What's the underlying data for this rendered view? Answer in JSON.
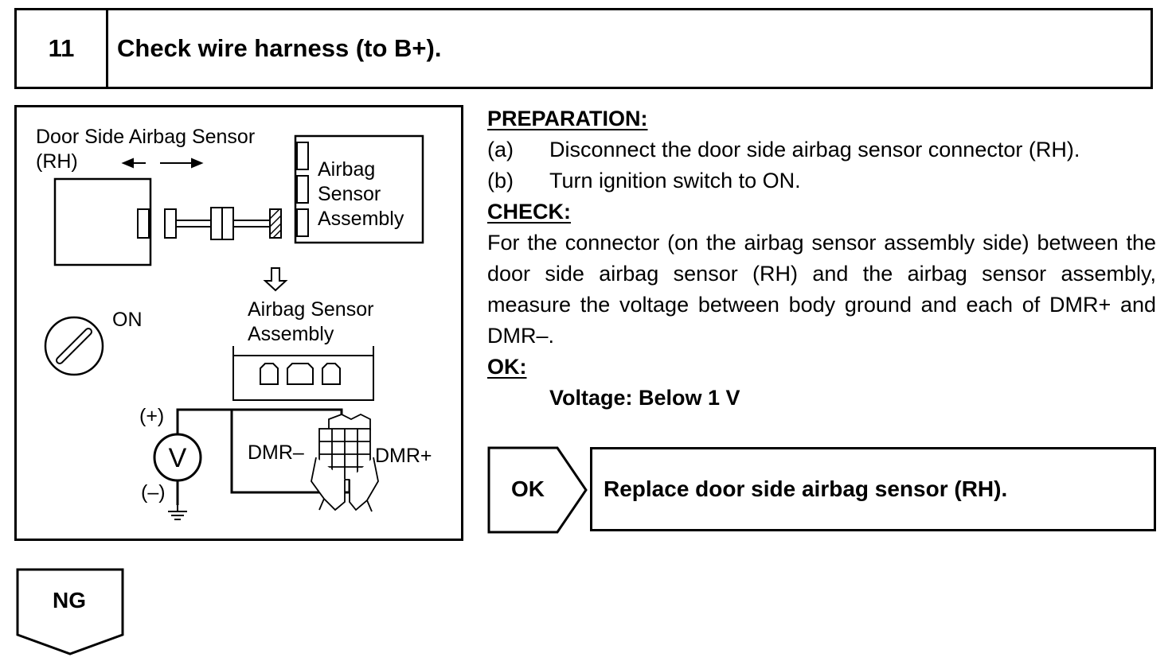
{
  "step": {
    "number": "11",
    "title": "Check wire harness (to B+)."
  },
  "diagram": {
    "door_sensor_label_1": "Door Side Airbag Sensor",
    "door_sensor_label_2": "(RH)",
    "assembly_top_label_1": "Airbag",
    "assembly_top_label_2": "Sensor",
    "assembly_top_label_3": "Assembly",
    "ignition_label": "ON",
    "assembly_label_1": "Airbag Sensor",
    "assembly_label_2": "Assembly",
    "meter_symbol": "V",
    "plus_label": "(+)",
    "minus_label": "(–)",
    "dmr_minus": "DMR–",
    "dmr_plus": "DMR+"
  },
  "preparation": {
    "heading": "PREPARATION:",
    "items": [
      {
        "label": "(a)",
        "text": "Disconnect the door side airbag sensor connector (RH)."
      },
      {
        "label": "(b)",
        "text": "Turn ignition switch to ON."
      }
    ]
  },
  "check": {
    "heading": "CHECK:",
    "text": "For the connector (on the airbag sensor assembly side) between the door side airbag sensor (RH) and the airbag sensor assembly, measure the voltage between body ground and each of DMR+ and DMR–."
  },
  "ok": {
    "heading": "OK:",
    "spec": "Voltage: Below 1 V"
  },
  "result_ok": {
    "label": "OK",
    "text": "Replace door side airbag sensor (RH)."
  },
  "result_ng": {
    "label": "NG"
  }
}
